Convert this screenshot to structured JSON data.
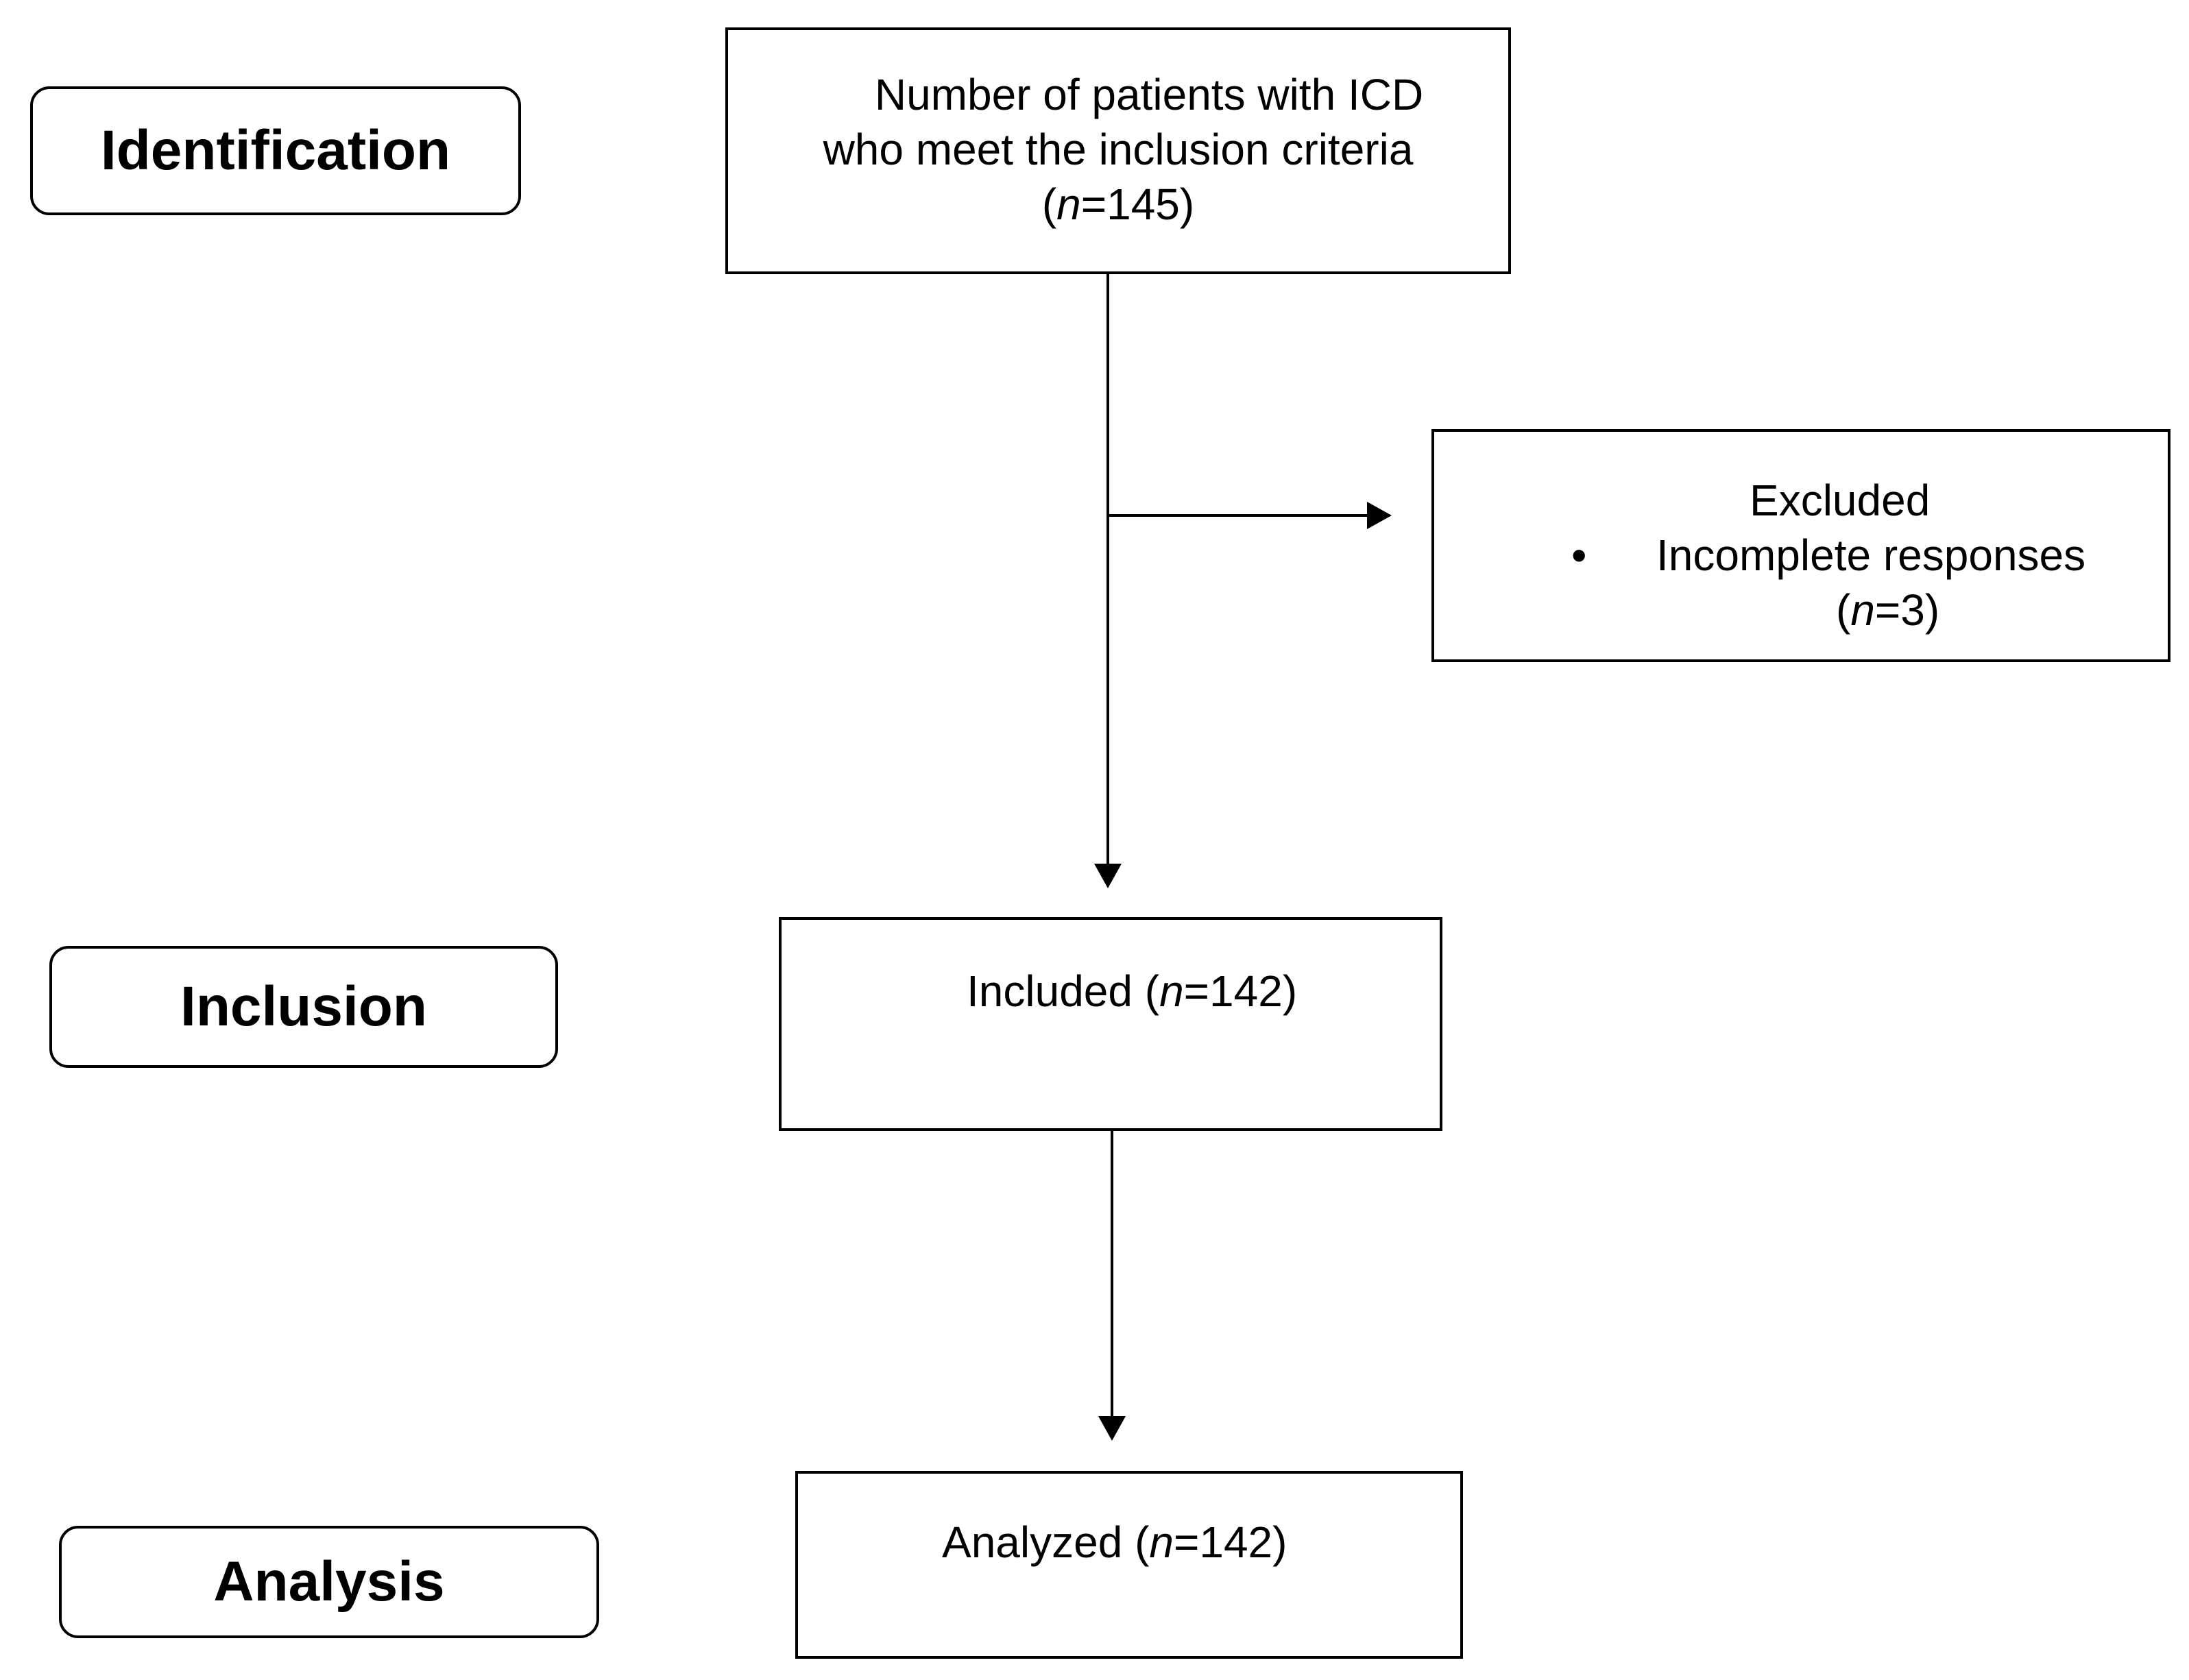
{
  "stages": {
    "identification": "Identification",
    "inclusion": "Inclusion",
    "analysis": "Analysis"
  },
  "boxes": {
    "eligible": {
      "line1": "Number of patients with ICD",
      "line2": "who meet the inclusion criteria",
      "count_open": "(",
      "count_n": "n",
      "count_rest": "=145)"
    },
    "excluded": {
      "title": "Excluded",
      "bullet": "•",
      "reason": "Incomplete responses",
      "count_open": "(",
      "count_n": "n",
      "count_rest": "=3)"
    },
    "included": {
      "label": "Included (",
      "count_n": "n",
      "count_rest": "=142)"
    },
    "analyzed": {
      "label": "Analyzed (",
      "count_n": "n",
      "count_rest": "=142)"
    }
  },
  "colors": {
    "stroke": "#000000",
    "background": "#ffffff"
  }
}
